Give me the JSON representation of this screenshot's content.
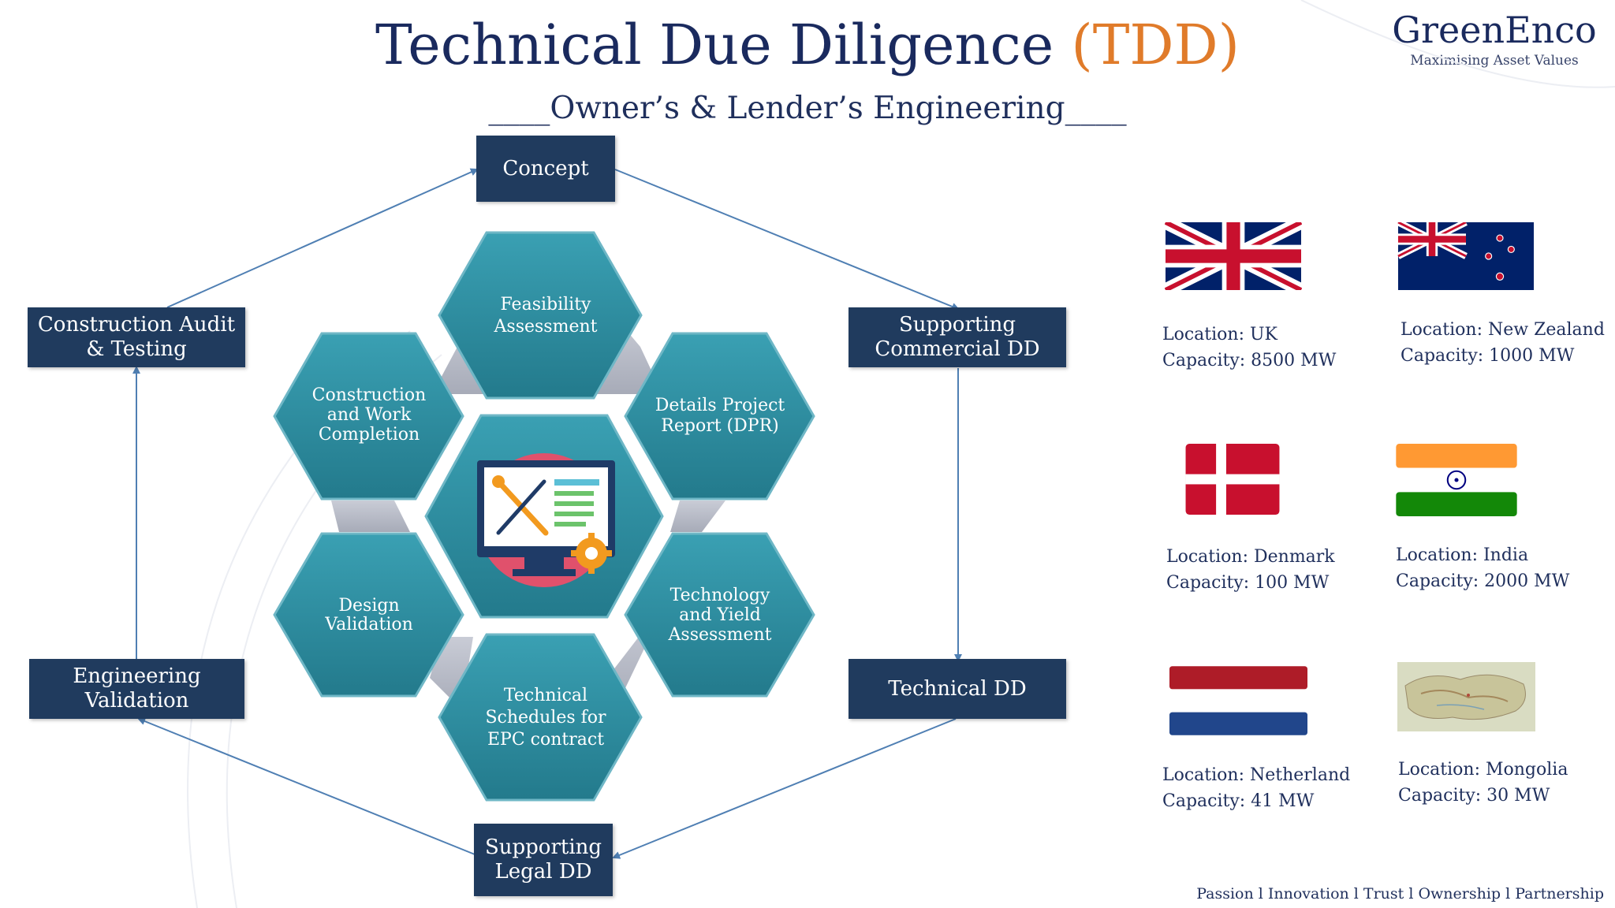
{
  "header": {
    "title_main": "Technical Due Diligence",
    "title_accent": "(TDD)",
    "subtitle": "____Owner’s & Lender’s Engineering____"
  },
  "logo": {
    "name": "GreenEnco",
    "tagline": "Maximising Asset Values"
  },
  "cycle_boxes": {
    "concept": "Concept",
    "supporting_commercial_dd": [
      "Supporting",
      "Commercial DD"
    ],
    "technical_dd": "Technical DD",
    "supporting_legal_dd": [
      "Supporting",
      "Legal DD"
    ],
    "engineering_validation": [
      "Engineering",
      "Validation"
    ],
    "construction_audit": [
      "Construction Audit",
      "& Testing"
    ]
  },
  "hexagons": {
    "feasibility": [
      "Feasibility",
      "Assessment"
    ],
    "dpr": [
      "Details Project",
      "Report (DPR)"
    ],
    "technology_yield": [
      "Technology",
      "and Yield",
      "Assessment"
    ],
    "technical_schedules": [
      "Technical",
      "Schedules for",
      "EPC contract"
    ],
    "design_validation": [
      "Design",
      "Validation"
    ],
    "construction_completion": [
      "Construction",
      "and Work",
      "Completion"
    ]
  },
  "center_icon": "computer-tools-gear-icon",
  "locations": {
    "uk": {
      "location": "Location:  UK",
      "capacity": "Capacity:  8500 MW",
      "flag": "uk-flag-icon"
    },
    "new_zealand": {
      "location": "Location:  New Zealand",
      "capacity": "Capacity:  1000 MW",
      "flag": "new-zealand-flag-icon"
    },
    "denmark": {
      "location": "Location:  Denmark",
      "capacity": "Capacity:  100 MW",
      "flag": "denmark-flag-icon"
    },
    "india": {
      "location": "Location:  India",
      "capacity": "Capacity:  2000 MW",
      "flag": "india-flag-icon"
    },
    "netherland": {
      "location": "Location:  Netherland",
      "capacity": "Capacity:  41 MW",
      "flag": "netherlands-flag-icon"
    },
    "mongolia": {
      "location": "Location:  Mongolia",
      "capacity": "Capacity:  30 MW",
      "flag": "mongolia-map-icon"
    }
  },
  "footer": "Passion l Innovation l Trust l Ownership l Partnership",
  "colors": {
    "box_fill": "#203b5e",
    "hex_fill": "#2f8fa3",
    "title": "#1a2a5e",
    "accent": "#e07b2a",
    "arrow": "#4f7fb3"
  }
}
